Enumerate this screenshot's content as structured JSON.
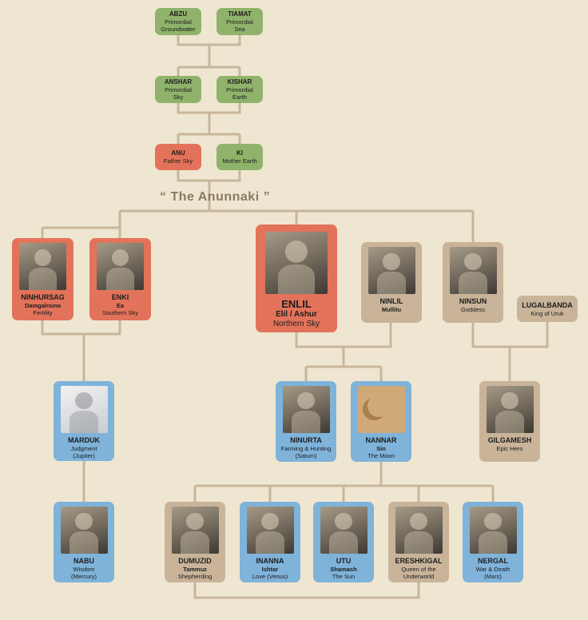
{
  "title": "“ The  Anunnaki ”",
  "colors": {
    "green": "#8fb36b",
    "red": "#e2735a",
    "tan": "#c9b49a",
    "blue": "#7fb3da",
    "line": "#c8b69b",
    "background": "#efe6d1"
  },
  "nodes": {
    "abzu": {
      "name": "ABZU",
      "desc1": "Primordial",
      "desc2": "Groundwater"
    },
    "tiamat": {
      "name": "TIAMAT",
      "desc1": "Primordial",
      "desc2": "Sea"
    },
    "anshar": {
      "name": "ANSHAR",
      "desc1": "Primordial",
      "desc2": "Sky"
    },
    "kishar": {
      "name": "KISHAR",
      "desc1": "Primordial",
      "desc2": "Earth"
    },
    "anu": {
      "name": "ANU",
      "desc1": "Father Sky"
    },
    "ki": {
      "name": "KI",
      "desc1": "Mother Earth"
    },
    "ninhursag": {
      "name": "NINHURSAG",
      "alias": "Damgalnuna",
      "desc1": "Fertility"
    },
    "enki": {
      "name": "ENKI",
      "alias": "Ea",
      "desc1": "Southern Sky"
    },
    "enlil": {
      "name": "ENLIL",
      "alias": "Elil / Ashur",
      "desc1": "Northern Sky"
    },
    "ninlil": {
      "name": "NINLIL",
      "alias": "Mullitu"
    },
    "ninsun": {
      "name": "NINSUN",
      "desc1": "Goddess"
    },
    "lugalbanda": {
      "name": "LUGALBANDA",
      "desc1": "King of Uruk"
    },
    "marduk": {
      "name": "MARDUK",
      "desc1": "Judgment",
      "desc2": "(Jupiter)"
    },
    "ninurta": {
      "name": "NINURTA",
      "desc1": "Farming & Hunting",
      "desc2": "(Saturn)"
    },
    "nannar": {
      "name": "NANNAR",
      "alias": "Sin",
      "desc1": "The Moon"
    },
    "gilgamesh": {
      "name": "GILGAMESH",
      "desc1": "Epic Hero"
    },
    "nabu": {
      "name": "NABU",
      "desc1": "Wisdom",
      "desc2": "(Mercury)"
    },
    "dumuzid": {
      "name": "DUMUZID",
      "alias": "Tammuz",
      "desc1": "Shepherding"
    },
    "inanna": {
      "name": "INANNA",
      "alias": "Ishtar",
      "desc1": "Love (Venus)"
    },
    "utu": {
      "name": "UTU",
      "alias": "Shamash",
      "desc1": "The Sun"
    },
    "ereshkigal": {
      "name": "ERESHKIGAL",
      "desc1": "Queen of the",
      "desc2": "Underworld"
    },
    "nergal": {
      "name": "NERGAL",
      "desc1": "War & Death",
      "desc2": "(Mars)"
    }
  }
}
